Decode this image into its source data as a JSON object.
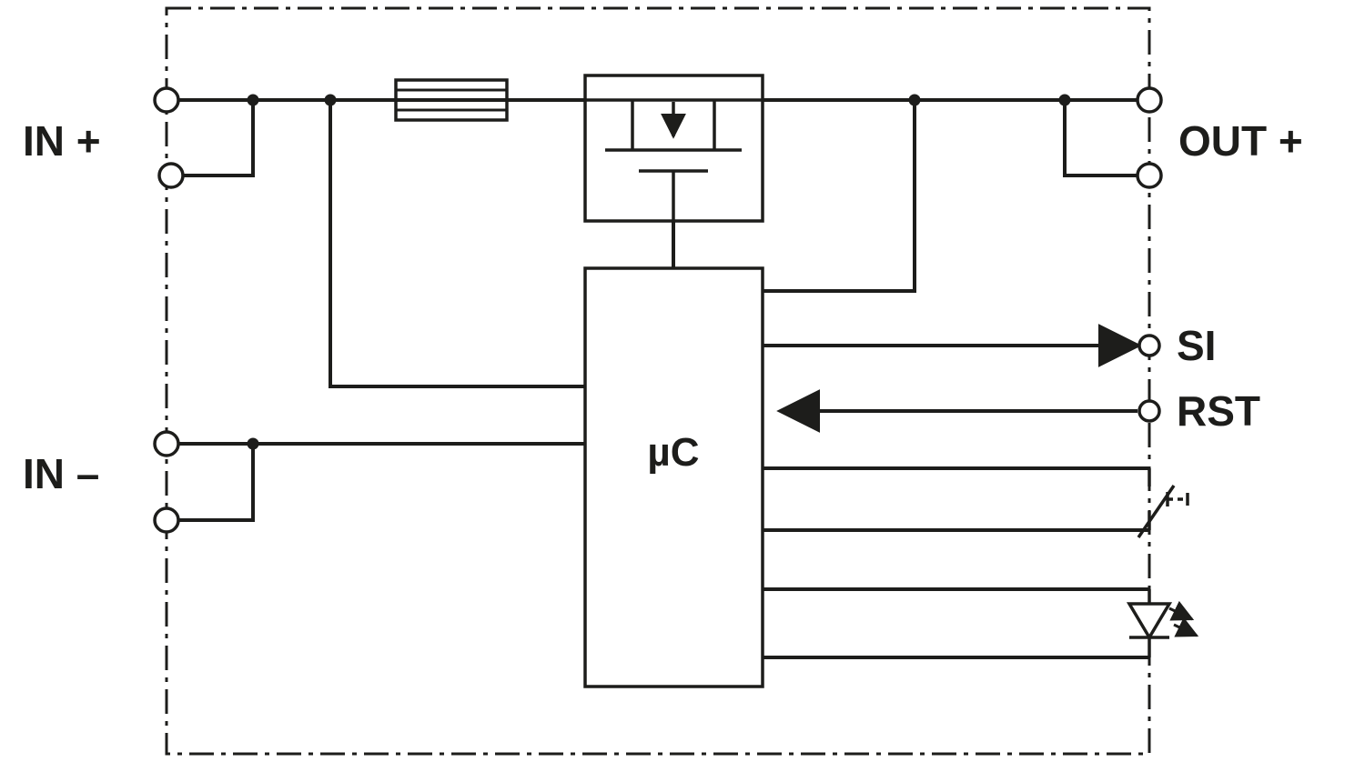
{
  "labels": {
    "in_plus": "IN +",
    "in_minus": "IN –",
    "out_plus": "OUT +",
    "si": "SI",
    "rst": "RST",
    "uc": "µC"
  },
  "colors": {
    "line": "#1d1d1b",
    "background": "#ffffff"
  },
  "components": {
    "fuse": "fuse",
    "mosfet": "power-mosfet-switch",
    "microcontroller": "microcontroller",
    "push_button": "reset-push-button",
    "led": "status-led"
  }
}
